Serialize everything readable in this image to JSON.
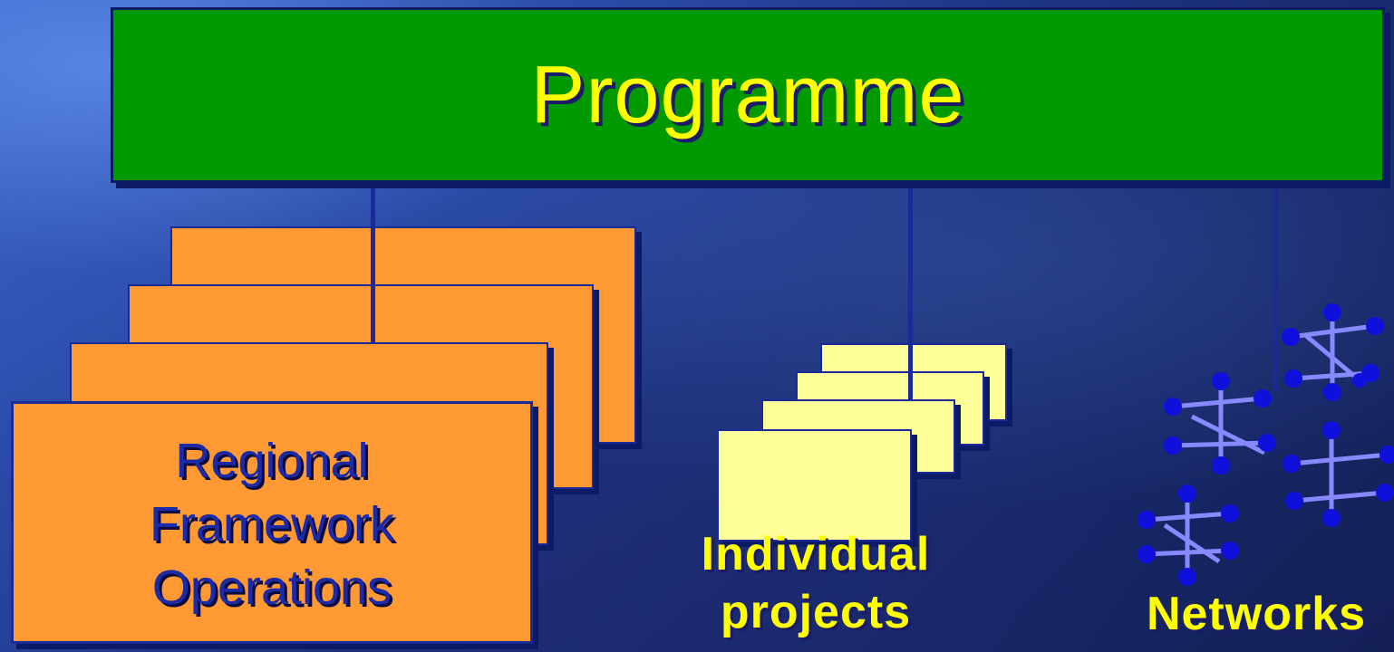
{
  "programme": {
    "title": "Programme"
  },
  "regional_framework_operations": {
    "lines": [
      "Regional",
      "Framework",
      "Operations"
    ]
  },
  "individual_projects": {
    "lines": [
      "Individual",
      "projects"
    ]
  },
  "networks": {
    "label": "Networks"
  },
  "colors": {
    "programme_fill": "#009900",
    "programme_text": "#ffff00",
    "rfo_fill": "#ff9933",
    "rfo_text": "#1a2aa8",
    "project_fill": "#ffff99",
    "network_node": "#1010dd",
    "network_spoke": "#8888ff",
    "connector": "#1a2a99"
  }
}
